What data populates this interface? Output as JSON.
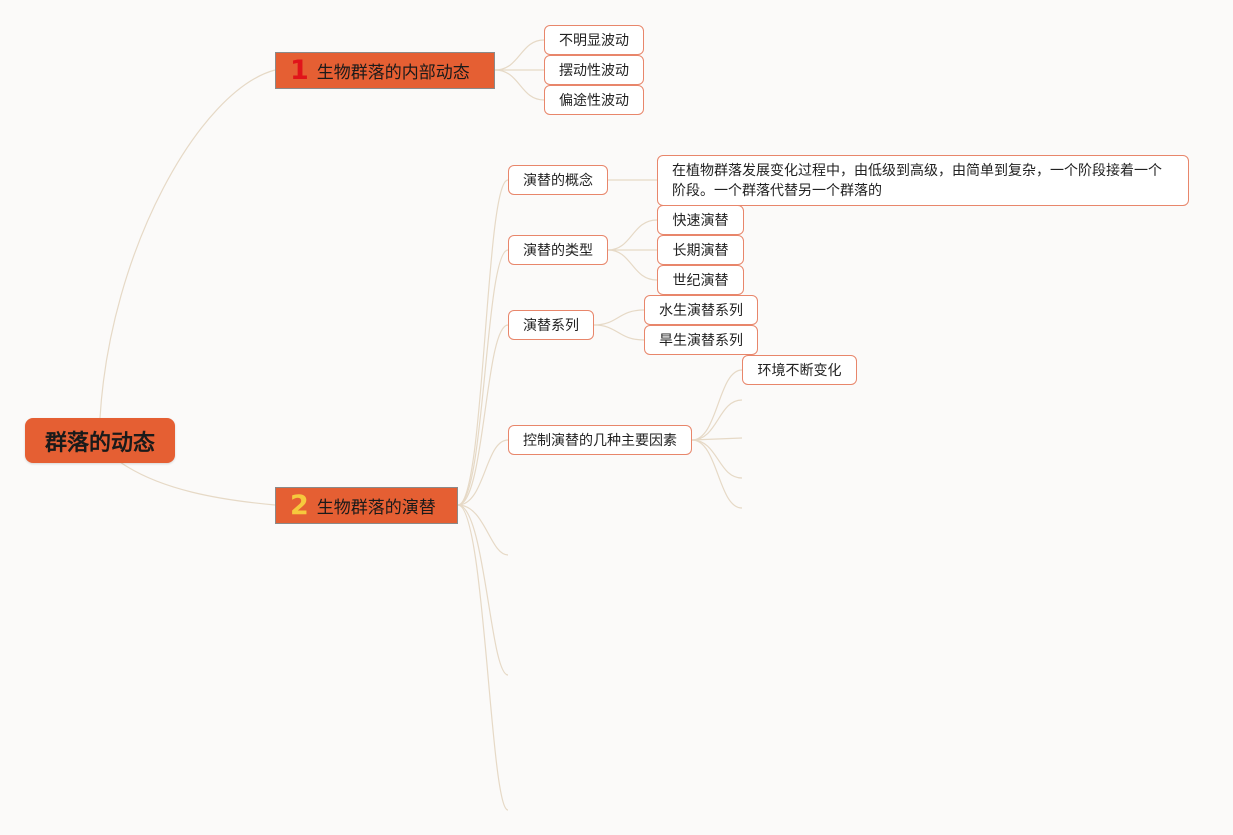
{
  "root": {
    "label": "群落的动态"
  },
  "branch1": {
    "number": "1",
    "label": "生物群落的内部动态",
    "children": [
      "不明显波动",
      "摆动性波动",
      "偏途性波动"
    ]
  },
  "branch2": {
    "number": "2",
    "label": "生物群落的演替",
    "concept": {
      "label": "演替的概念",
      "description": "在植物群落发展变化过程中，由低级到高级，由简单到复杂，一个阶段接着一个阶段。一个群落代替另一个群落的"
    },
    "types": {
      "label": "演替的类型",
      "children": [
        "快速演替",
        "长期演替",
        "世纪演替"
      ]
    },
    "series": {
      "label": "演替系列",
      "children": [
        "水生演替系列",
        "旱生演替系列"
      ]
    },
    "factors": {
      "label": "控制演替的几种主要因素",
      "children": [
        "环境不断变化"
      ]
    }
  },
  "colors": {
    "main_fill": "#e55f33",
    "number_1": "#e0141a",
    "number_2": "#f6c93d",
    "box_border": "#e8866b",
    "connector": "#e6d9c6",
    "background": "#fbfaf9"
  }
}
